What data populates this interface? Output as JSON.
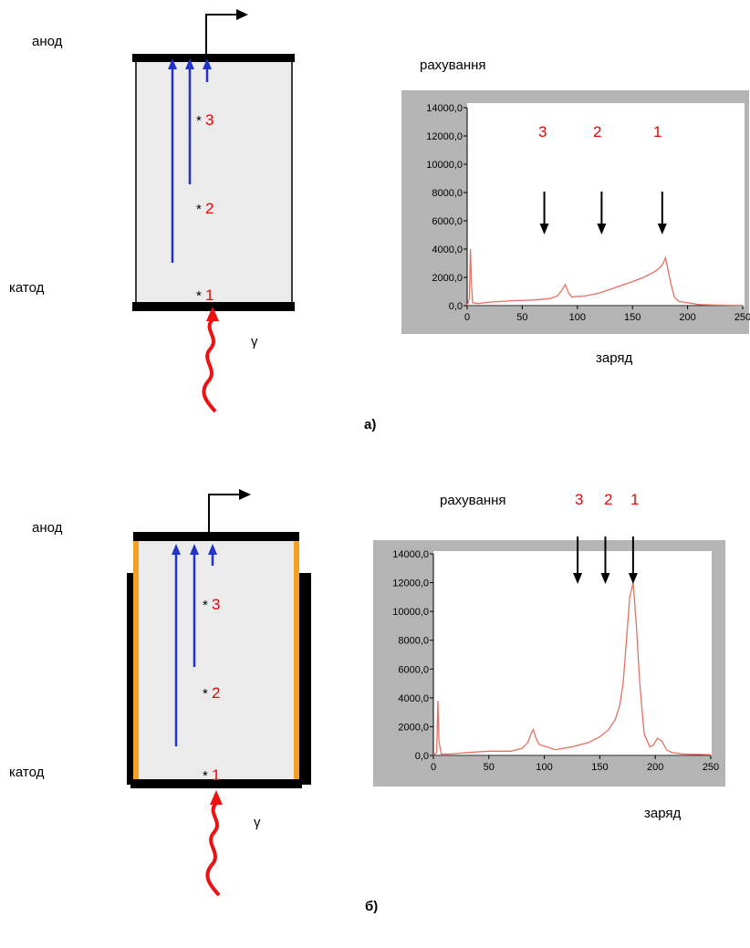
{
  "panel_a": {
    "anode_label": "анод",
    "cathode_label": "катод",
    "gamma_label": "γ",
    "star": "*",
    "points": [
      "3",
      "2",
      "1"
    ],
    "ylabel": "рахування",
    "xlabel": "заряд",
    "peak_labels": [
      "3",
      "2",
      "1"
    ],
    "caption": "а)"
  },
  "panel_b": {
    "anode_label": "анод",
    "cathode_label": "катод",
    "gamma_label": "γ",
    "star": "*",
    "points": [
      "3",
      "2",
      "1"
    ],
    "ylabel": "рахування",
    "xlabel": "заряд",
    "peak_labels": [
      "3",
      "2",
      "1"
    ],
    "caption": "б)"
  },
  "colors": {
    "curve": "#e87060",
    "track": "#2233cc",
    "gamma": "#ee1111",
    "tube_fill": "#ebebeb",
    "chart_frame": "#b4b4b4",
    "window": "#f5a020"
  },
  "chart_data": [
    {
      "type": "line",
      "panel": "а",
      "ylabel": "рахування",
      "xlabel": "заряд",
      "xlim": [
        0,
        250
      ],
      "ylim": [
        0,
        14000
      ],
      "xticks": [
        0,
        50,
        100,
        150,
        200,
        250
      ],
      "yticks": [
        "0,0",
        "2000,0",
        "4000,0",
        "6000,0",
        "8000,0",
        "10000,0",
        "12000,0",
        "14000,0"
      ],
      "arrows_x": [
        70,
        122,
        177
      ],
      "annotations": [
        "3",
        "2",
        "1"
      ],
      "series": [
        {
          "x": [
            0,
            2,
            3,
            4,
            5,
            10,
            20,
            40,
            60,
            75,
            82,
            86,
            89,
            92,
            95,
            98,
            102,
            108,
            120,
            135,
            150,
            160,
            170,
            175,
            178,
            180,
            182,
            185,
            188,
            192,
            196,
            200,
            205,
            210,
            220,
            235,
            250
          ],
          "y": [
            0,
            500,
            4000,
            1500,
            200,
            150,
            250,
            350,
            400,
            500,
            700,
            1100,
            1500,
            900,
            600,
            650,
            650,
            700,
            900,
            1300,
            1700,
            2000,
            2400,
            2700,
            3000,
            3400,
            2600,
            1500,
            600,
            300,
            250,
            200,
            150,
            80,
            50,
            30,
            20
          ]
        }
      ]
    },
    {
      "type": "line",
      "panel": "б",
      "ylabel": "рахування",
      "xlabel": "заряд",
      "xlim": [
        0,
        250
      ],
      "ylim": [
        0,
        14000
      ],
      "xticks": [
        0,
        50,
        100,
        150,
        200,
        250
      ],
      "yticks": [
        "0,0",
        "2000,0",
        "4000,0",
        "6000,0",
        "8000,0",
        "10000,0",
        "12000,0",
        "14000,0"
      ],
      "arrows_x": [
        130,
        155,
        180
      ],
      "annotations": [
        "3",
        "2",
        "1"
      ],
      "series": [
        {
          "x": [
            0,
            3,
            4,
            5,
            7,
            15,
            30,
            50,
            70,
            80,
            85,
            88,
            90,
            92,
            95,
            98,
            102,
            110,
            125,
            140,
            150,
            158,
            164,
            168,
            171,
            174,
            177,
            180,
            183,
            186,
            190,
            195,
            198,
            202,
            206,
            210,
            215,
            225,
            250
          ],
          "y": [
            0,
            200,
            3800,
            1000,
            100,
            100,
            200,
            300,
            300,
            500,
            900,
            1500,
            1800,
            1300,
            800,
            700,
            600,
            400,
            600,
            900,
            1300,
            1800,
            2500,
            3500,
            5000,
            8000,
            11000,
            12000,
            9000,
            5000,
            1500,
            600,
            700,
            1200,
            1000,
            400,
            200,
            100,
            50
          ]
        }
      ]
    }
  ]
}
